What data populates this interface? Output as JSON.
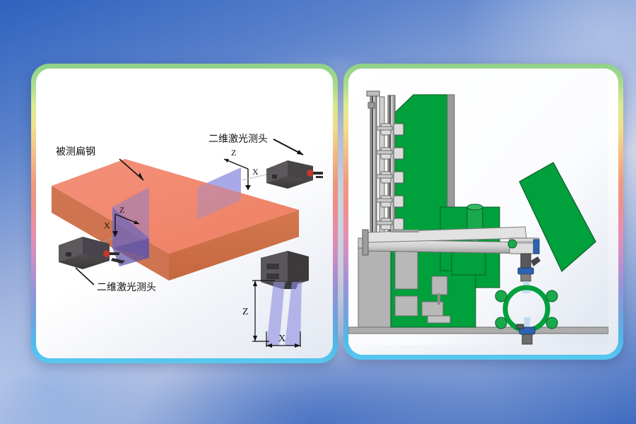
{
  "figure": {
    "type": "technical-illustration",
    "panel_count": 2,
    "background_colors": {
      "deep_blue": "#3a6fc4",
      "light_center": "#ffffff"
    },
    "border_gradient": [
      "#8ed18a",
      "#ddeb8f",
      "#f2e08a",
      "#f09a7f",
      "#e98fb0",
      "#9a93d8",
      "#58c8ef"
    ]
  },
  "left_panel": {
    "name": "measurement-principle-diagram",
    "background": "#ffffff",
    "workpiece": {
      "label": "被测扁钢",
      "meaning": "flat steel under test",
      "top_color": "#f18a6e",
      "front_color": "#d2724f",
      "side_color": "#c4673f"
    },
    "sensors": [
      {
        "id": "upper-sensor",
        "label": "二维激光测头",
        "meaning": "2D laser probe head",
        "body_color": "#4e4b4d",
        "connector_color": "#c0392b",
        "axes": {
          "z": "Z",
          "x": "X"
        }
      },
      {
        "id": "lower-sensor",
        "label": "二维激光测头",
        "meaning": "2D laser probe head",
        "body_color": "#4e4b4d",
        "connector_color": "#c0392b",
        "axes": {
          "z": "Z",
          "x": "X"
        }
      }
    ],
    "laser_fan": {
      "color": "#7b7fd4",
      "opacity": 0.55,
      "shape": "triangular-sheet"
    },
    "inset": {
      "name": "beam-geometry-inset",
      "axes": {
        "z": "Z",
        "x": "X"
      },
      "sensor_color": "#4e4b4d",
      "beam_color": "#8f8fe0"
    }
  },
  "right_panel": {
    "name": "machine-assembly-cad-view",
    "background": "#ffffff",
    "colors": {
      "machine_green": "#00a03c",
      "metal_gray": "#b9b9b9",
      "dark_gray": "#6d6d6d",
      "accent_blue": "#2e62b0"
    },
    "components": [
      {
        "name": "vertical-rail-column",
        "color": "#9a9a9a"
      },
      {
        "name": "main-green-frame",
        "color": "#00a03c"
      },
      {
        "name": "horizontal-measuring-beam",
        "color": "#c9c9c9"
      },
      {
        "name": "tilted-green-panel",
        "color": "#00a03c"
      },
      {
        "name": "ring-fixture",
        "color": "#00a03c"
      },
      {
        "name": "upper-probe-head",
        "color": "#2e62b0"
      },
      {
        "name": "lower-probe-head",
        "color": "#2e62b0"
      },
      {
        "name": "base-cabinet",
        "color": "#b3b3b3"
      },
      {
        "name": "floor-rail",
        "color": "#a8a8a8"
      }
    ]
  }
}
